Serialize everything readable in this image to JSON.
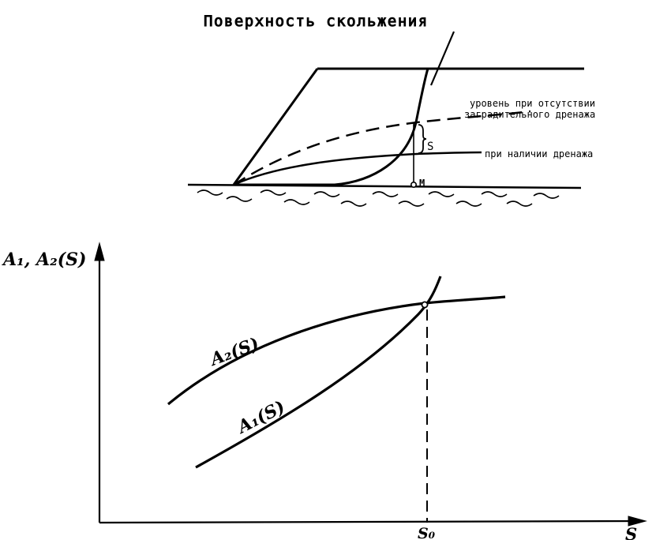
{
  "dam": {
    "title": "Поверхность скольжения",
    "level_without_drain_line1": "уровень при отсутствии",
    "level_without_drain_line2": "заградительного дренажа",
    "level_with_drain": "при наличии дренажа",
    "s_label": "S",
    "m_label": "M"
  },
  "plot": {
    "y_axis_label": "A₁, A₂(S)",
    "x_axis_label": "S",
    "a2_label": "A₂(S)",
    "a1_label": "A₁(S)",
    "s0_label": "S₀"
  }
}
